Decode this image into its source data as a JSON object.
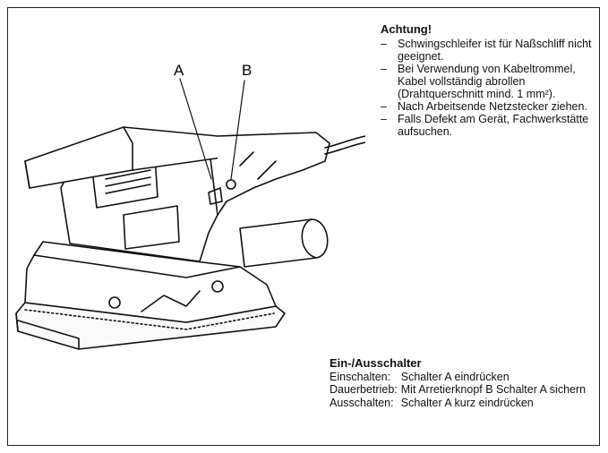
{
  "warning": {
    "title": "Achtung!",
    "items": [
      {
        "dash": "–",
        "text": "Schwingschleifer ist für Naßschliff nicht geeignet."
      },
      {
        "dash": "–",
        "text": "Bei Verwendung von Kabeltrommel, Kabel vollständig abrollen (Drahtquerschnitt mind. 1 mm²)."
      },
      {
        "dash": "–",
        "text": "Nach Arbeitsende Netzstecker ziehen."
      },
      {
        "dash": "–",
        "text": "Falls Defekt am Gerät, Fachwerkstätte aufsuchen."
      }
    ]
  },
  "switch": {
    "title": "Ein-/Ausschalter",
    "rows": [
      {
        "term": "Einschalten:",
        "desc": "Schalter A eindrücken"
      },
      {
        "term": "Dauerbetrieb:",
        "desc": "Mit Arretierknopf B Schalter A sichern"
      },
      {
        "term": "Ausschalten:",
        "desc": "Schalter A kurz eindrücken"
      }
    ]
  },
  "illustration": {
    "label_a": "A",
    "label_b": "B"
  }
}
